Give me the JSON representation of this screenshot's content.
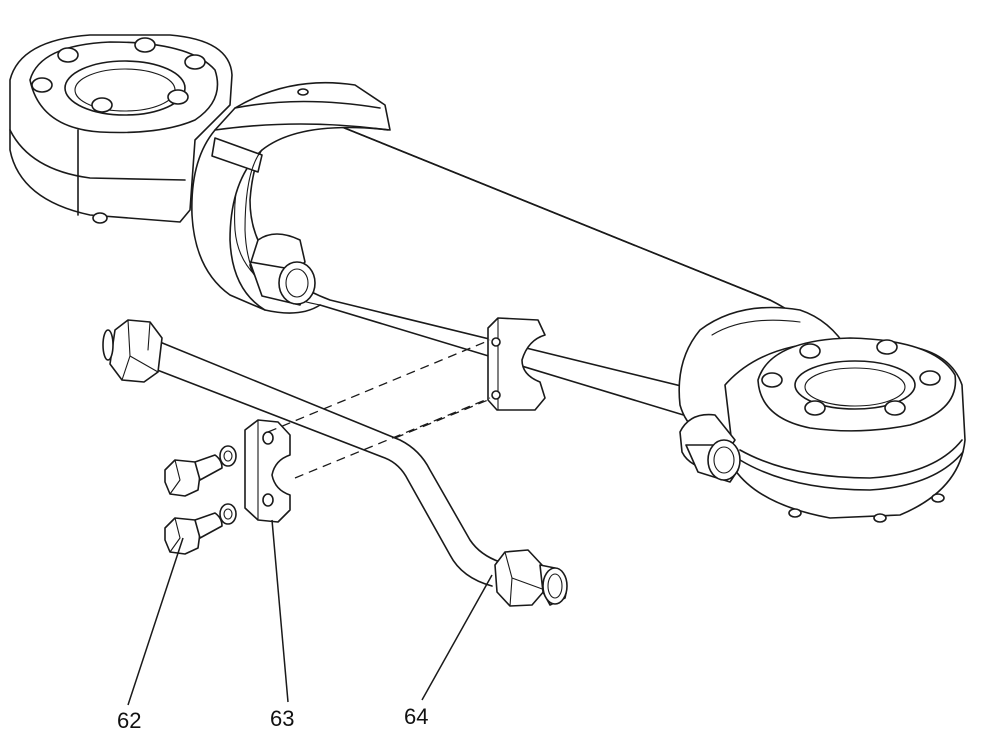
{
  "callouts": [
    {
      "id": "62",
      "label": "62"
    },
    {
      "id": "63",
      "label": "63"
    },
    {
      "id": "64",
      "label": "64"
    }
  ],
  "colors": {
    "line": "#1a1a1a",
    "background": "#ffffff"
  }
}
